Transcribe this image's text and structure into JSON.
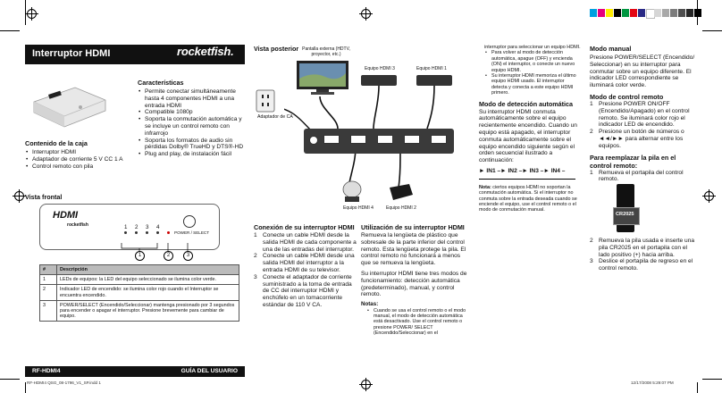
{
  "header": {
    "title": "Interruptor HDMI",
    "brand": "rocketfish."
  },
  "features": {
    "heading": "Características",
    "items": [
      "Permite conectar simultáneamente hasta 4 componentes HDMI a una entrada HDMI",
      "Compatible 1080p",
      "Soporta la conmutación automática y se incluye un control remoto con infrarrojo",
      "Soporta los formatos de audio sin pérdidas Dolby® TrueHD y DTS®-HD",
      "Plug and play, de instalación fácil"
    ]
  },
  "box": {
    "heading": "Contenido de la caja",
    "items": [
      "Interruptor HDMI",
      "Adaptador de corriente 5 V CC 1 A",
      "Control remoto con pila"
    ]
  },
  "front": {
    "heading": "Vista frontal",
    "device_logo": "HDMI",
    "device_brand": "rocketfish",
    "port_numbers": [
      "1",
      "2",
      "3",
      "4"
    ],
    "power_label": "POWER / SELECT",
    "callouts": [
      "1",
      "2",
      "3"
    ]
  },
  "table": {
    "headers": [
      "#",
      "Descripción"
    ],
    "rows": [
      [
        "1",
        "LEDs de equipos: la LED del equipo seleccionado se ilumina color verde."
      ],
      [
        "2",
        "Indicador LED de encendido: se ilumina color rojo cuando el Interruptor se encuentra encendido."
      ],
      [
        "3",
        "POWER/SELECT (Encendido/Seleccionar) mantenga presionado por 3 segundos para encender o apagar el interruptor. Presione brevemente para cambiar de equipo."
      ]
    ]
  },
  "footer": {
    "model": "RF-HDMI4",
    "guide": "GUÍA DEL USUARIO"
  },
  "rear": {
    "heading": "Vista posterior",
    "tv_label": "Pantalla externa (HDTV, proyector, etc.)",
    "adapter_label": "Adaptador de CA",
    "eq3": "Equipo HDMI 3",
    "eq1": "Equipo HDMI 1",
    "eq4": "Equipo HDMI 4",
    "eq2": "Equipo HDMI 2"
  },
  "connect": {
    "heading": "Conexión de su interruptor HDMI",
    "steps": [
      "Conecte un cable HDMI desde la salida HDMI de cada componente a una de las entradas del interruptor.",
      "Conecte un cable HDMI desde una salida HDMI del interruptor a la entrada HDMI de su televisor.",
      "Conecte el adaptador de corriente suministrado a la toma de entrada de CC del interruptor HDMI y enchúfelo en un tomacorriente estándar de 110 V CA."
    ]
  },
  "usage": {
    "heading": "Utilización de su interruptor HDMI",
    "para1": "Remueva la lengüeta de plástico que sobresale de la parte inferior del control remoto. Esta lengüeta protege la pila. El control remoto no funcionará a menos que se remueva la lengüeta.",
    "para2": "Su interruptor HDMI tiene tres modos de funcionamiento: detección automática (predeterminado), manual, y control remoto.",
    "notes_label": "Notas:",
    "note1": "Cuando se usa el control remoto o el modo manual, el modo de detección automática está desactivado. Use el control remoto o presione POWER/ SELECT (Encendido/Seleccionar) en el"
  },
  "col3": {
    "cont": "interruptor para seleccionar un equipo HDMI.",
    "b1": "Para volver al modo de detección automática, apague (OFF) y encienda (ON) el interruptor, o conecte un nuevo equipo HDMI.",
    "b2": "Su interruptor HDMI memoriza el último equipo HDMI usado. El interruptor detecta y conecta a este equipo HDMI primero.",
    "auto_heading": "Modo de detección automática",
    "auto_text": "Su interruptor HDMI conmuta automáticamente sobre el equipo recientemente encendido. Cuando un equipo está apagado, el interruptor conmuta automáticamente sobre el equipo encendido siguiente según el orden secuencial ilustrado a continuación:",
    "seq": "► IN1 –► IN2 –► IN3 –► IN4 –",
    "note_label": "Nota:",
    "note_text": "ciertos equipos HDMI no soportan la conmutación automática. Si el interruptor no conmuta sobre la entrada deseada cuando se enciende el equipo, use el control remoto o el modo de conmutación manual."
  },
  "col4": {
    "manual_heading": "Modo manual",
    "manual_text": "Presione POWER/SELECT (Encendido/ Seleccionar) en su interruptor para conmutar sobre un equipo diferente. El indicador LED correspondiente se iluminará color verde.",
    "remote_heading": "Modo de control remoto",
    "remote_steps": [
      "Presione POWER ON/OFF (Encendido/Apagado) en el control remoto. Se iluminará color rojo el indicador LED de encendido.",
      "Presione un botón de números o ◄◄/►► para alternar entre los equipos."
    ],
    "battery_heading": "Para reemplazar la pila en el control remoto:",
    "battery_step1": "Remueva el portapila del control remoto.",
    "battery_label": "CR2025",
    "battery_steps2": [
      "Remueva la pila usada e inserte una pila CR2025 en el portapila con el lado positivo (+) hacia arriba.",
      "Deslice el portapila de regreso en el control remoto."
    ]
  },
  "slug": {
    "left": "RF-HDMI4 QSG_08-1796_V1_SP.indd   1",
    "right": "12/17/2008   5:29:07 PM"
  },
  "swatches": [
    "#00a0e0",
    "#e6007e",
    "#ffed00",
    "#000000",
    "#009640",
    "#e30613",
    "#2a2a86",
    "#ffffff",
    "#d6d6d6",
    "#a8a8a8",
    "#7c7c7c",
    "#4f4f4f",
    "#262626",
    "#000000"
  ]
}
